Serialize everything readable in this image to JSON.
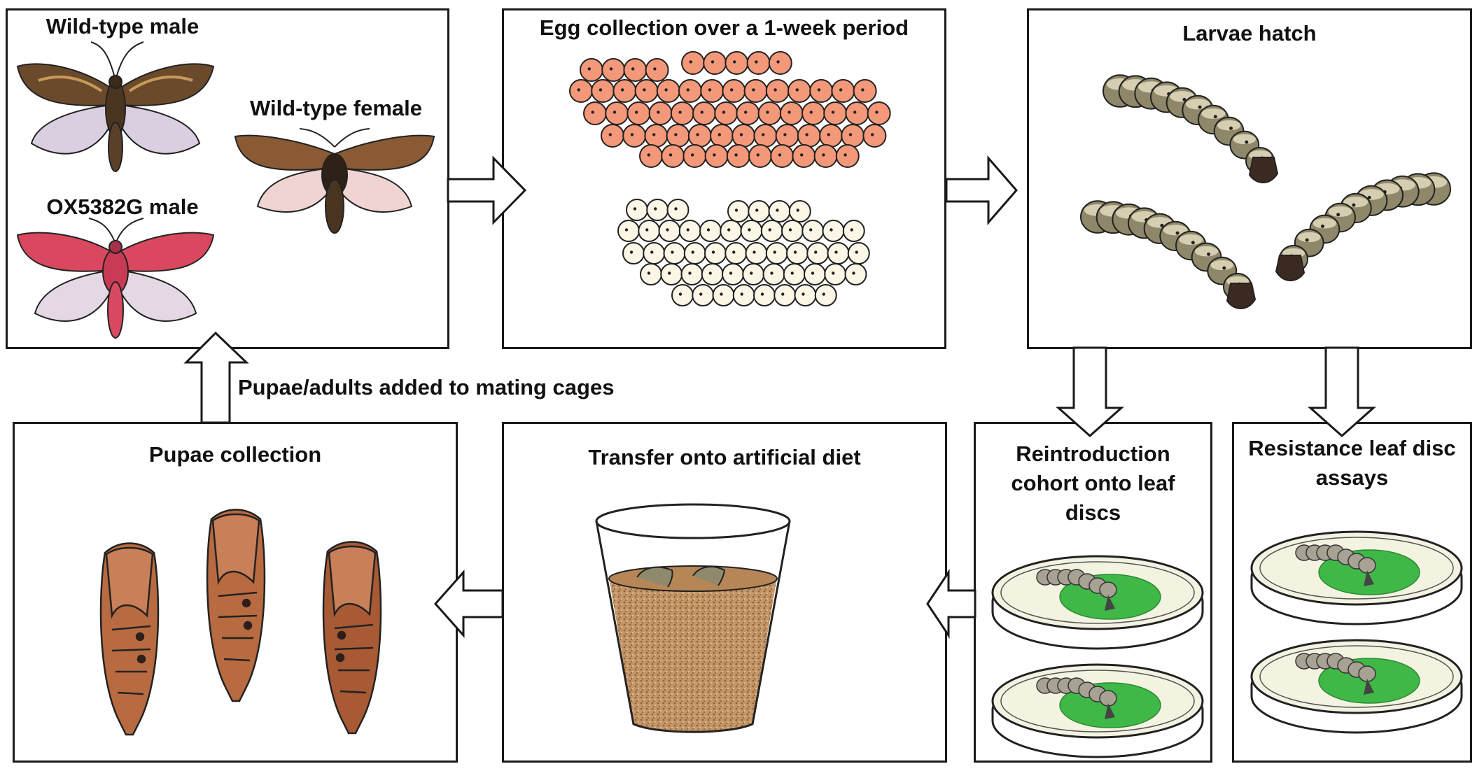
{
  "panels": {
    "mating": {
      "wt_male": "Wild-type male",
      "wt_female": "Wild-type female",
      "ox_male": "OX5382G male"
    },
    "eggs": {
      "title": "Egg collection over a 1-week period"
    },
    "larvae": {
      "title": "Larvae hatch"
    },
    "pupae": {
      "title": "Pupae collection"
    },
    "diet": {
      "title": "Transfer onto artificial diet"
    },
    "reintro": {
      "title": "Reintroduction cohort onto leaf discs"
    },
    "resist": {
      "title": "Resistance leaf disc assays"
    }
  },
  "arrows": {
    "pupae_to_cages": "Pupae/adults added to mating cages"
  },
  "colors": {
    "pink_egg": "#f4987a",
    "cream_egg": "#fbf6e6",
    "leaf_green": "#3fb847",
    "pupa_brown": "#b86a40",
    "diet_brown": "#c49566",
    "outline": "#1a1a1a"
  }
}
